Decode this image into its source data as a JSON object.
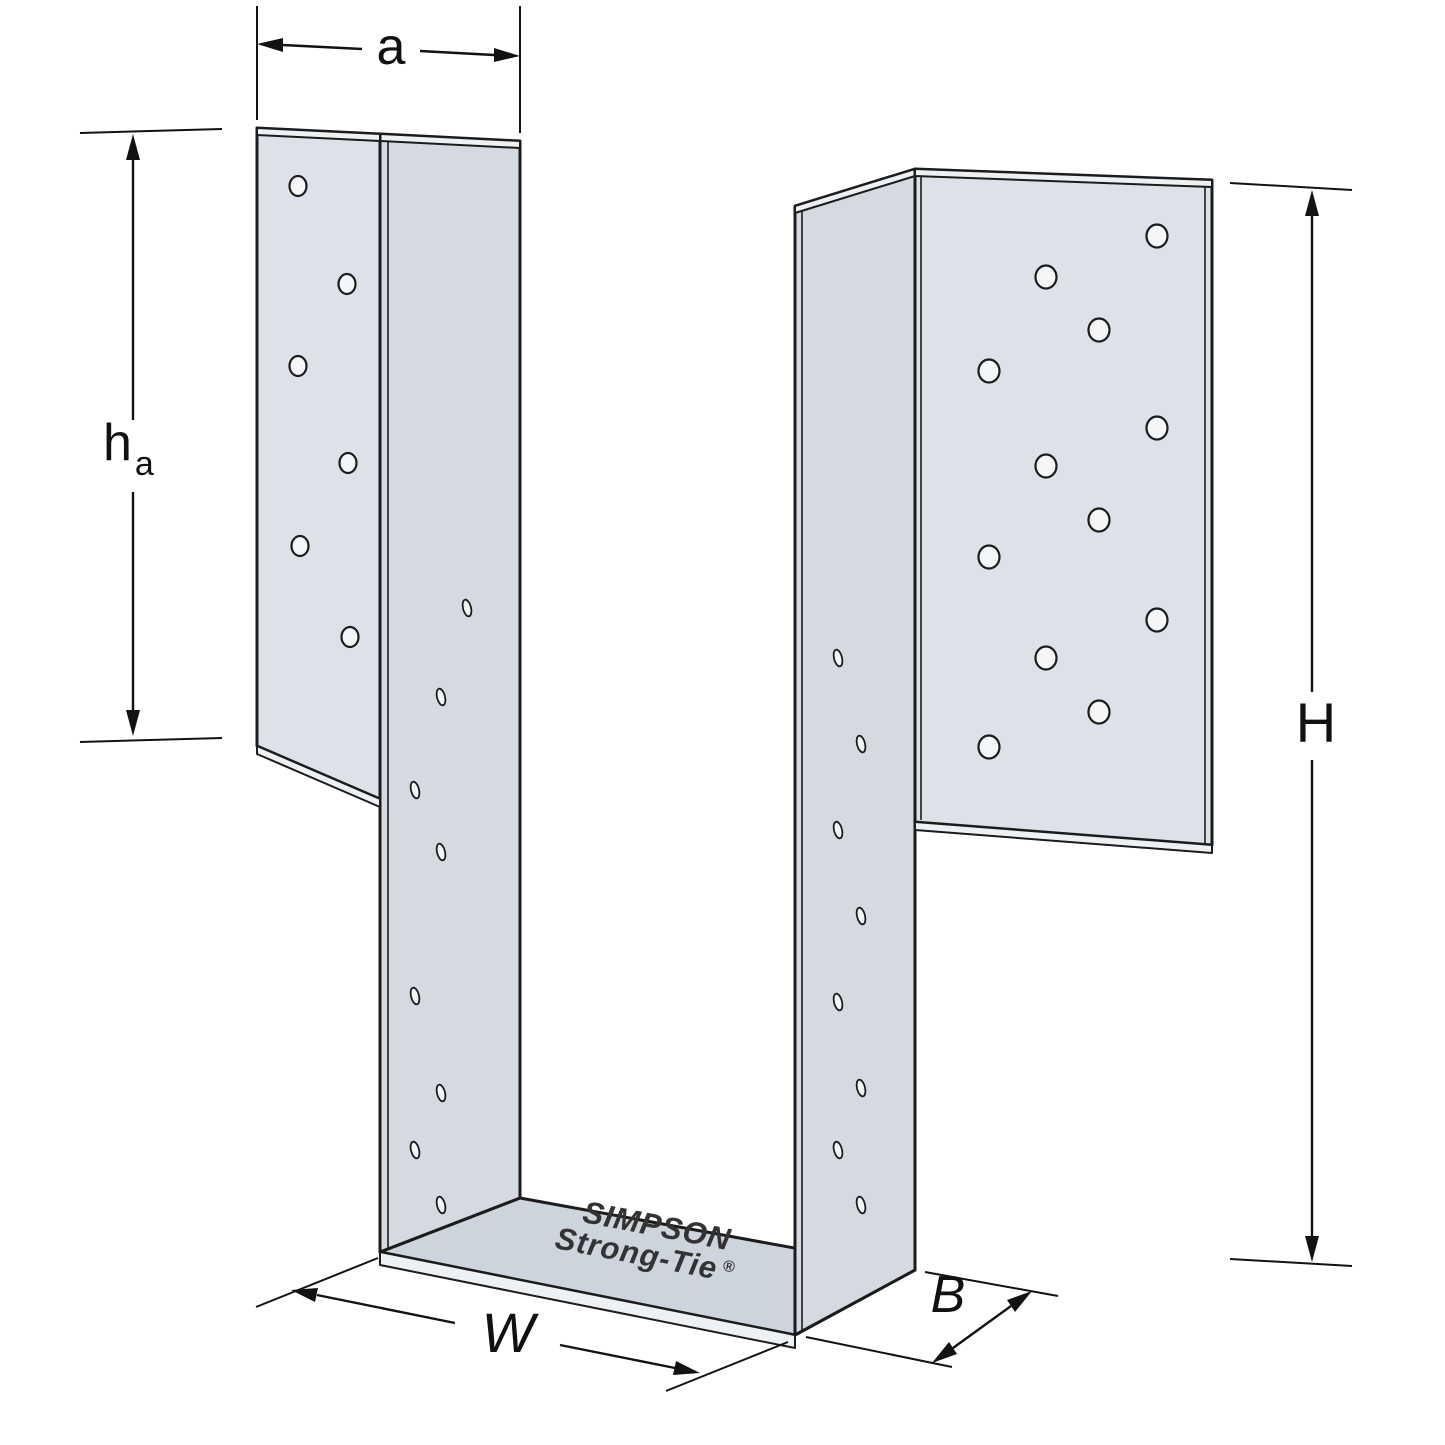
{
  "diagram": {
    "brand": {
      "line1": "SIMPSON",
      "line2": "Strong-Tie",
      "registered": "®"
    },
    "dim_labels": {
      "a": "a",
      "h": "h",
      "h_sub": "a",
      "H": "H",
      "W": "W",
      "B": "B"
    },
    "colors": {
      "background": "#ffffff",
      "outline": "#1c1c1c",
      "face_light": "#dde2e8",
      "face_mid": "#d4dae0",
      "face_seat": "#cdd4db",
      "edge_highlight": "#eef1f4",
      "hole_fill": "#f4f6f8",
      "dimension": "#121212"
    }
  }
}
